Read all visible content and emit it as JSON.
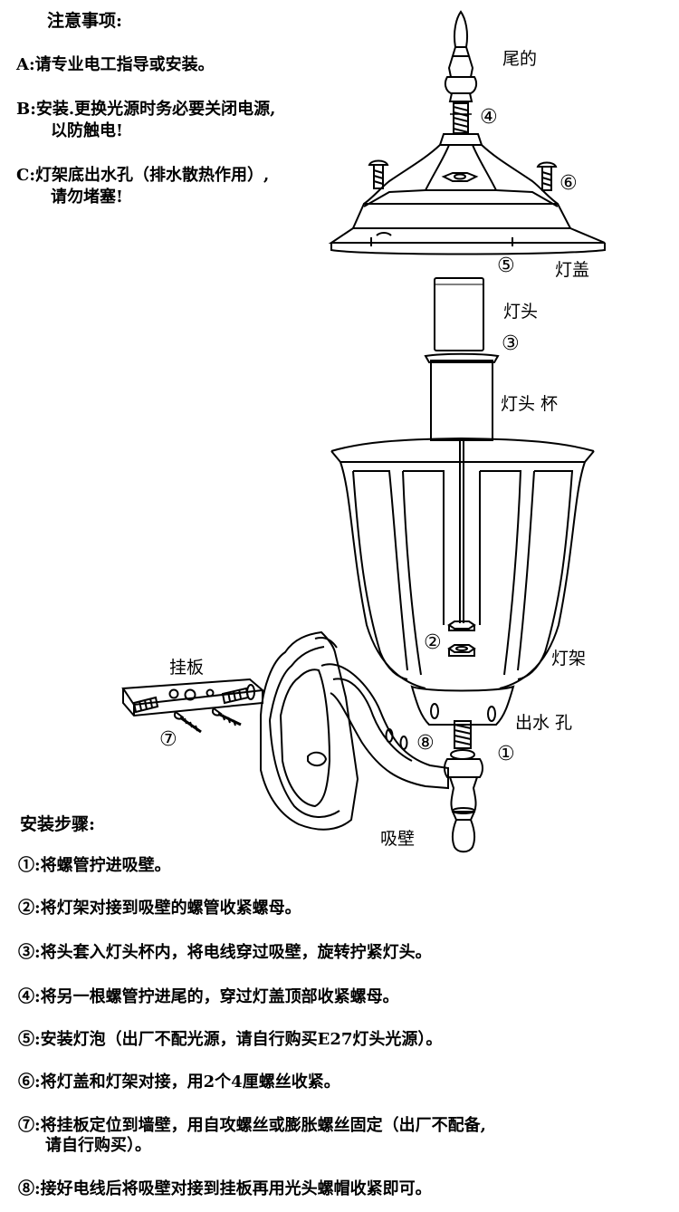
{
  "notices": {
    "title": "注意事项:",
    "a": "A:请专业电工指导或安装。",
    "b_line1": "B:安装.更换光源时务必要关闭电源,",
    "b_line2": "以防触电!",
    "c_line1": "C:灯架底出水孔（排水散热作用）,",
    "c_line2": "请勿堵塞!"
  },
  "diagram_labels": {
    "finial": "尾的",
    "lid": "灯盖",
    "socket": "灯头",
    "socket_cup": "灯头 杯",
    "frame": "灯架",
    "drain_hole": "出水 孔",
    "mount_plate": "挂板",
    "wall_arm": "吸壁"
  },
  "part_numbers": {
    "n1": "①",
    "n2": "②",
    "n3": "③",
    "n4": "④",
    "n5": "⑤",
    "n6": "⑥",
    "n7": "⑦",
    "n8": "⑧"
  },
  "steps": {
    "title": "安装步骤:",
    "s1": "①:将螺管拧进吸壁。",
    "s2": "②:将灯架对接到吸壁的螺管收紧螺母。",
    "s3": "③:将头套入灯头杯内，将电线穿过吸壁，旋转拧紧灯头。",
    "s4": "④:将另一根螺管拧进尾的，穿过灯盖顶部收紧螺母。",
    "s5": "⑤:安装灯泡（出厂不配光源，请自行购买E27灯头光源）。",
    "s6": "⑥:将灯盖和灯架对接，用2个4厘螺丝收紧。",
    "s7_line1": "⑦:将挂板定位到墙壁，用自攻螺丝或膨胀螺丝固定（出厂不配备,",
    "s7_line2": "请自行购买）。",
    "s8": "⑧:接好电线后将吸壁对接到挂板再用光头螺帽收紧即可。"
  }
}
